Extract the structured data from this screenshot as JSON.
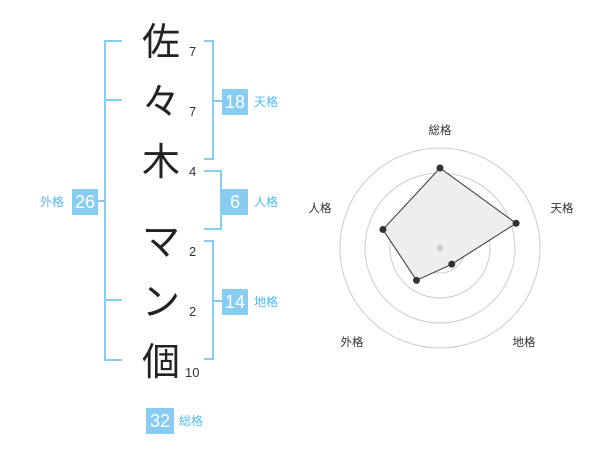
{
  "name_chars": [
    "佐",
    "々",
    "木",
    "マ",
    "ン",
    "個"
  ],
  "stroke_counts": [
    "7",
    "7",
    "4",
    "2",
    "2",
    "10"
  ],
  "kaku": {
    "tenkaku": {
      "value": "18",
      "label": "天格"
    },
    "jinkaku": {
      "value": "6",
      "label": "人格"
    },
    "chikaku": {
      "value": "14",
      "label": "地格"
    },
    "gaikaku": {
      "value": "26",
      "label": "外格"
    },
    "soukaku": {
      "value": "32",
      "label": "総格"
    }
  },
  "chart_data": {
    "type": "radar",
    "axes": [
      "総格",
      "天格",
      "地格",
      "外格",
      "人格"
    ],
    "values": [
      4,
      4,
      1,
      2,
      3
    ],
    "max": 5,
    "rings": 4
  },
  "colors": {
    "accent": "#88ccf2",
    "accent_text": "#55b8ee",
    "radar_fill": "#eeeeee",
    "radar_line": "#333333"
  }
}
